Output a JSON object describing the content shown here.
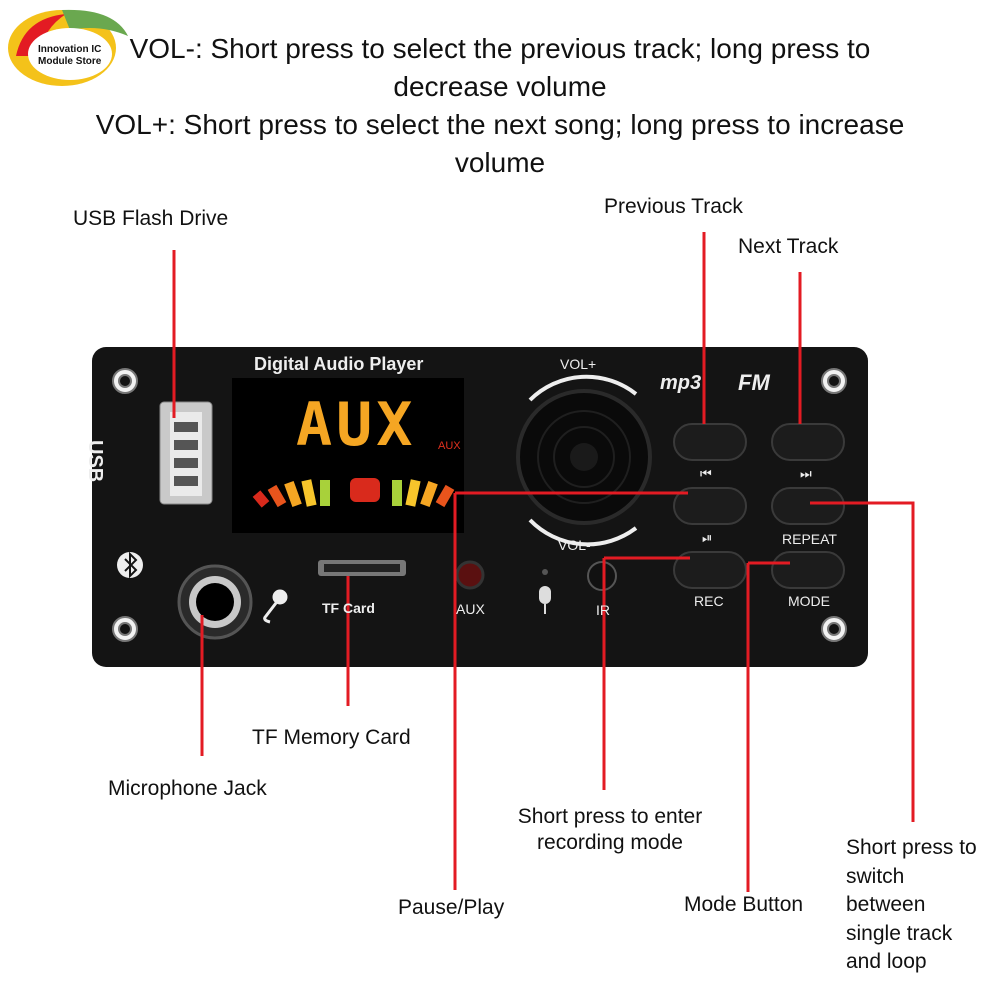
{
  "brand": {
    "logo_text": "Innovation IC Module Store"
  },
  "header": {
    "line1": "VOL-: Short press to select the previous track; long press to",
    "line2": "decrease volume",
    "line3": "VOL+: Short press to select the next song; long press to increase",
    "line4": "volume"
  },
  "callouts": {
    "usb": "USB Flash Drive",
    "prev": "Previous Track",
    "next": "Next Track",
    "tf": "TF Memory Card",
    "mic": "Microphone Jack",
    "rec": "Short press to enter recording mode",
    "pause": "Pause/Play",
    "mode": "Mode Button",
    "repeat": "Short press to switch between single track and loop"
  },
  "board": {
    "title": "Digital  Audio Player",
    "display_text": "AUX",
    "display_small": "AUX",
    "vol_plus": "VOL+",
    "vol_minus": "VOL-",
    "mp3": "mp3",
    "fm": "FM",
    "usb": "USB",
    "tf_card": "TF Card",
    "aux": "AUX",
    "ir": "IR",
    "repeat": "REPEAT",
    "rec": "REC",
    "mode": "MODE",
    "prev_symbol": "⏮",
    "next_symbol": "⏭",
    "play_symbol": "⏯"
  },
  "colors": {
    "callout_line": "#e31b23",
    "board": "#141414",
    "display_digits": "#f5a623",
    "display_small": "#e0301e"
  }
}
